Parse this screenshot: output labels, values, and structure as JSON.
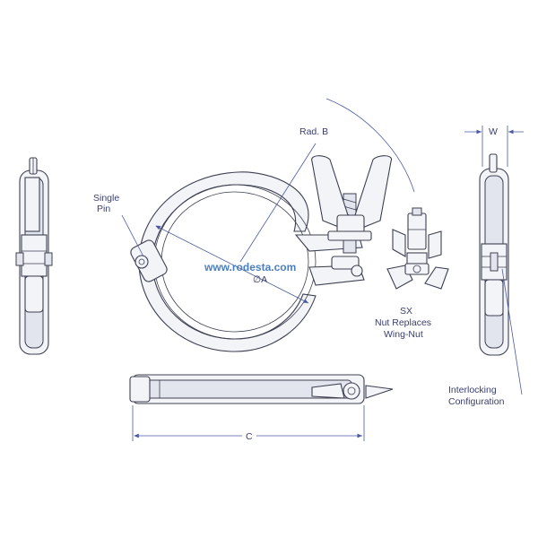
{
  "labels": {
    "single_pin": [
      "Single",
      "Pin"
    ],
    "rad_b": "Rad. B",
    "dia_a": "∅A",
    "sx_note": [
      "SX",
      "Nut Replaces",
      "Wing-Nut"
    ],
    "width": "W",
    "interlocking": [
      "Interlocking",
      "Configuration"
    ],
    "length": "C"
  },
  "watermark": "www.rodesta.com",
  "colors": {
    "line": "#3c4050",
    "text": "#3a3f6e",
    "watermark": "#4a7fc1"
  }
}
